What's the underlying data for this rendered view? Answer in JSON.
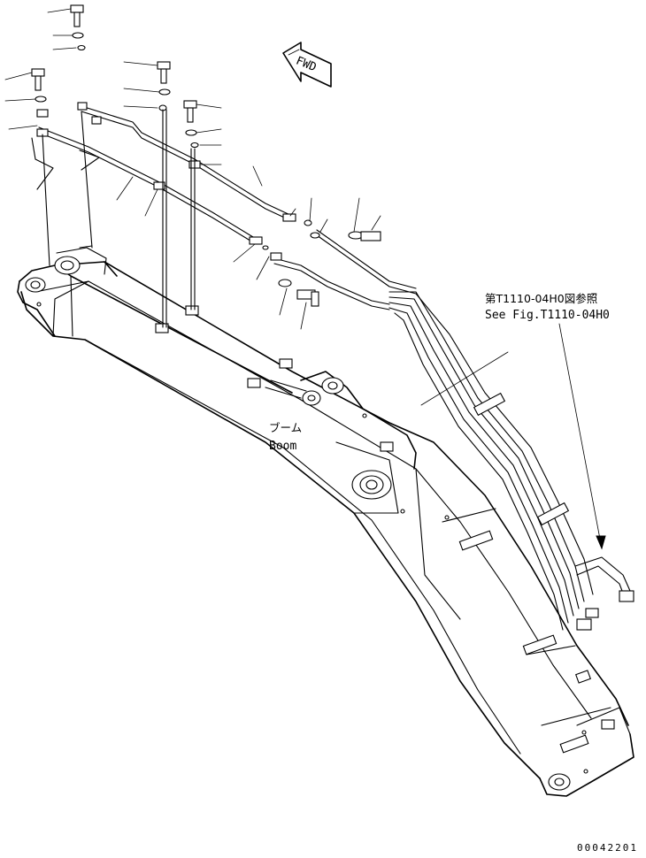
{
  "boom_label": {
    "japanese": "ブーム",
    "english": "Boom"
  },
  "fwd_label": "FWD",
  "reference_note": {
    "japanese": "第T1110-04H0図参照",
    "english": "See Fig.T1110-04H0"
  },
  "drawing_number": "00042201"
}
